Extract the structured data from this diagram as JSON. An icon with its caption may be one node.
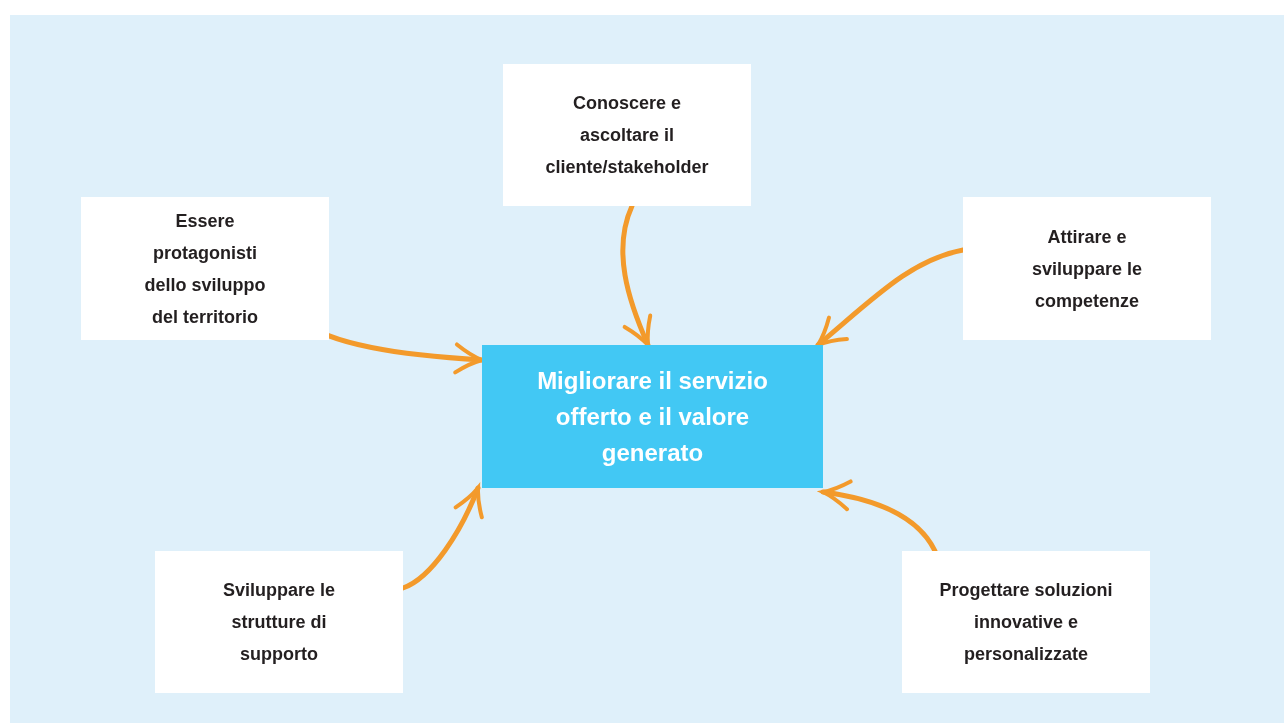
{
  "diagram": {
    "nodes": [
      {
        "text": [
          "Conoscere e ascoltare il cliente/stakeholder"
        ]
      },
      {
        "text": [
          "Essere protagonisti dello sviluppo del territorio"
        ]
      },
      {
        "text": [
          "Attirare e sviluppare le competenze"
        ]
      },
      {
        "text": [
          "Migliorare il servizio offerto e il valore generato"
        ]
      },
      {
        "text": [
          "Sviluppare le strutture di supporto"
        ]
      },
      {
        "text": [
          "Progettare soluzioni innovative e personalizzate"
        ]
      }
    ],
    "edges": [
      {
        "from": 0,
        "to": 3,
        "arrow": "to"
      },
      {
        "from": 1,
        "to": 3,
        "arrow": "to"
      },
      {
        "from": 2,
        "to": 3,
        "arrow": "to"
      },
      {
        "from": 4,
        "to": 3,
        "arrow": "to"
      },
      {
        "from": 5,
        "to": 3,
        "arrow": "to"
      }
    ]
  }
}
